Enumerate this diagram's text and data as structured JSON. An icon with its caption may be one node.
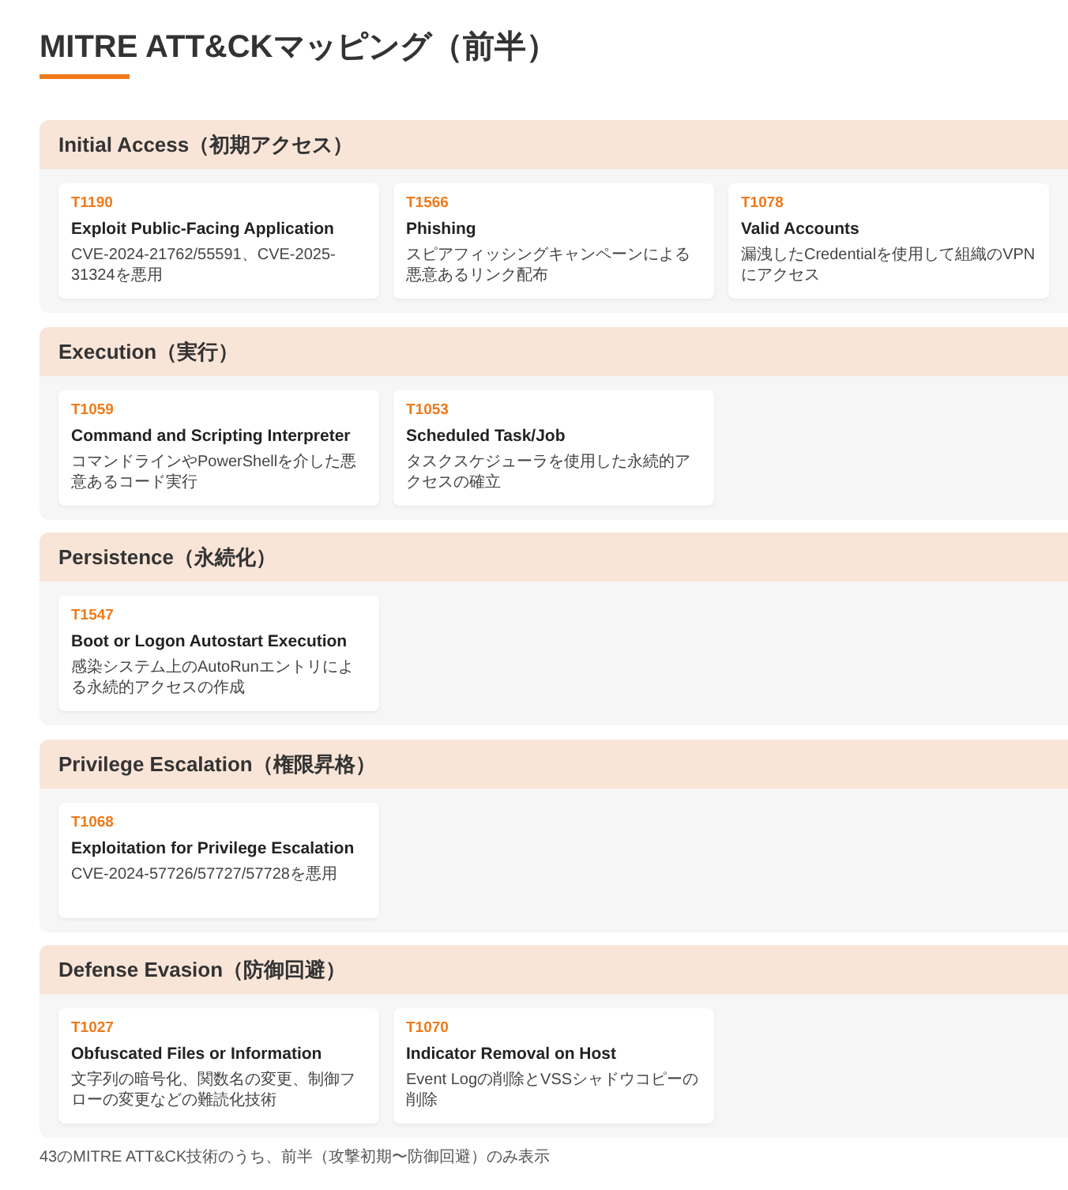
{
  "diagram": {
    "title": "MITRE ATT&CKマッピング（前半）",
    "nodes": [
      {
        "text": [
          "Initial Access（初期アクセス）"
        ]
      },
      {
        "text": [
          "T1190",
          "Exploit Public-Facing Application",
          "CVE-2024-21762/55591、CVE-2025-31324を悪用"
        ],
        "in": 0
      },
      {
        "text": [
          "T1566",
          "Phishing",
          "スピアフィッシングキャンペーンによる悪意あるリンク配布"
        ],
        "in": 0
      },
      {
        "text": [
          "T1078",
          "Valid Accounts",
          "漏洩したCredentialを使用して組織のVPNにアクセス"
        ],
        "in": 0
      },
      {
        "text": [
          "Execution（実行）"
        ]
      },
      {
        "text": [
          "T1059",
          "Command and Scripting Interpreter",
          "コマンドラインやPowerShellを介した悪意あるコード実行"
        ],
        "in": 4
      },
      {
        "text": [
          "T1053",
          "Scheduled Task/Job",
          "タスクスケジューラを使用した永続的アクセスの確立"
        ],
        "in": 4
      },
      {
        "text": [
          "Persistence（永続化）"
        ]
      },
      {
        "text": [
          "T1547",
          "Boot or Logon Autostart Execution",
          "感染システム上のAutoRunエントリによる永続的アクセスの作成"
        ],
        "in": 7
      },
      {
        "text": [
          "Privilege Escalation（権限昇格）"
        ]
      },
      {
        "text": [
          "T1068",
          "Exploitation for Privilege Escalation",
          "CVE-2024-57726/57727/57728を悪用"
        ],
        "in": 9
      },
      {
        "text": [
          "Defense Evasion（防御回避）"
        ]
      },
      {
        "text": [
          "T1027",
          "Obfuscated Files or Information",
          "文字列の暗号化、関数名の変更、制御フローの変更などの難読化技術"
        ],
        "in": 11
      },
      {
        "text": [
          "T1070",
          "Indicator Removal on Host",
          "Event Logの削除とVSSシャドウコピーの削除"
        ],
        "in": 11
      }
    ],
    "caption": "43のMITRE ATT&CK技術のうち、前半（攻撃初期〜防御回避）のみ表示"
  }
}
